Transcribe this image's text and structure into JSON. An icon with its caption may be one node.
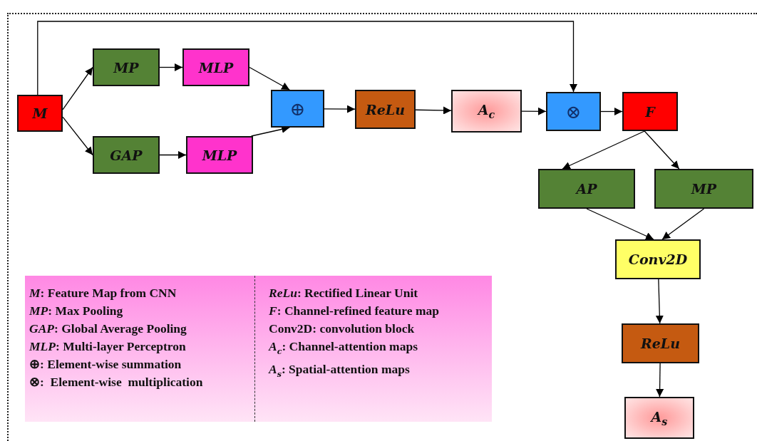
{
  "diagram": {
    "nodes": [
      {
        "text": [
          "M"
        ]
      },
      {
        "text": [
          "MP"
        ]
      },
      {
        "text": [
          "GAP"
        ]
      },
      {
        "text": [
          "MLP"
        ]
      },
      {
        "text": [
          "MLP"
        ]
      },
      {
        "text": [
          "⊕"
        ]
      },
      {
        "text": [
          "ReLu"
        ]
      },
      {
        "text": [
          "A$_{c}$"
        ]
      },
      {
        "text": [
          "⊗"
        ]
      },
      {
        "text": [
          "F"
        ]
      },
      {
        "text": [
          "AP"
        ]
      },
      {
        "text": [
          "MP"
        ]
      },
      {
        "text": [
          "Conv2D"
        ]
      },
      {
        "text": [
          "ReLu"
        ]
      },
      {
        "text": [
          "A$_{s}$"
        ]
      }
    ],
    "edges": [
      {
        "from": 0,
        "to": 1,
        "arrow": "to"
      },
      {
        "from": 0,
        "to": 2,
        "arrow": "to"
      },
      {
        "from": 1,
        "to": 3,
        "arrow": "to"
      },
      {
        "from": 2,
        "to": 4,
        "arrow": "to"
      },
      {
        "from": 3,
        "to": 5,
        "arrow": "to"
      },
      {
        "from": 4,
        "to": 5,
        "arrow": "to"
      },
      {
        "from": 5,
        "to": 6,
        "arrow": "to"
      },
      {
        "from": 6,
        "to": 7,
        "arrow": "to"
      },
      {
        "from": 7,
        "to": 8,
        "arrow": "to"
      },
      {
        "from": 0,
        "to": 8,
        "arrow": "to"
      },
      {
        "from": 8,
        "to": 9,
        "arrow": "to"
      },
      {
        "from": 9,
        "to": 10,
        "arrow": "to"
      },
      {
        "from": 9,
        "to": 11,
        "arrow": "to"
      },
      {
        "from": 10,
        "to": 12,
        "arrow": "to"
      },
      {
        "from": 11,
        "to": 12,
        "arrow": "to"
      },
      {
        "from": 12,
        "to": 13,
        "arrow": "to"
      },
      {
        "from": 13,
        "to": 14,
        "arrow": "to"
      }
    ],
    "labels": [
      "*M*: Feature Map from CNN",
      "*MP*: Max Pooling",
      "*GAP*: Global Average Pooling",
      "*MLP*: Multi-layer Perceptron",
      "⊕: Element-wise summation",
      "⊗:  Element-wise  multiplication",
      "*ReLu*: Rectified Linear Unit",
      "*F*: Channel-refined feature map",
      "Conv2D: convolution block",
      "*A*$_{c}$: Channel-attention maps",
      "*A*$_{s}$: Spatial-attention maps"
    ]
  }
}
